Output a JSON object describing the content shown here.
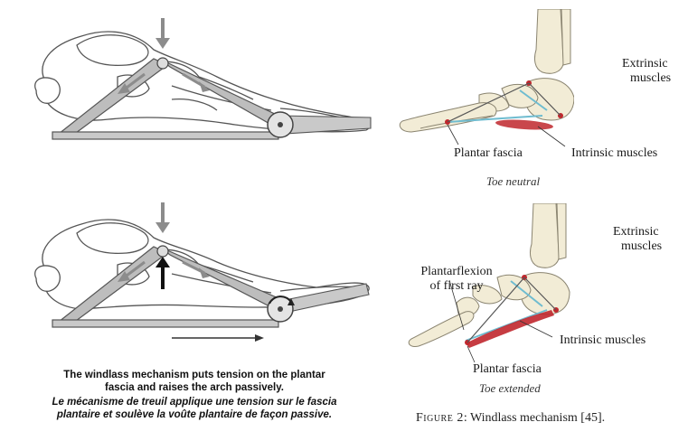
{
  "left_caption": {
    "english_line1": "The windlass mechanism puts tension on the plantar",
    "english_line2": "fascia and raises the arch passively.",
    "french_line1": "Le mécanisme de treuil applique une tension sur le fascia",
    "french_line2": "plantaire et soulève la voûte plantaire de façon passive."
  },
  "top_right": {
    "label_extrinsic_1": "Extrinsic",
    "label_extrinsic_2": "muscles",
    "label_plantar_fascia": "Plantar fascia",
    "label_intrinsic": "Intrinsic muscles",
    "caption": "Toe neutral"
  },
  "bottom_right": {
    "label_extrinsic_1": "Extrinsic",
    "label_extrinsic_2": "muscles",
    "label_plantarflexion_1": "Plantarflexion",
    "label_plantarflexion_2": "of first ray",
    "label_intrinsic": "Intrinsic muscles",
    "label_plantar_fascia": "Plantar fascia",
    "caption": "Toe extended"
  },
  "figure_caption": {
    "label": "Figure 2",
    "text": ": Windlass mechanism [45]."
  },
  "colors": {
    "bone": "#f2ecd6",
    "bone_outline": "#8a8470",
    "truss_gray": "#a9a9a9",
    "arrow_gray": "#8c8c8c",
    "muscle_red": "#c0272d",
    "fascia_blue": "#6fbcd0"
  }
}
